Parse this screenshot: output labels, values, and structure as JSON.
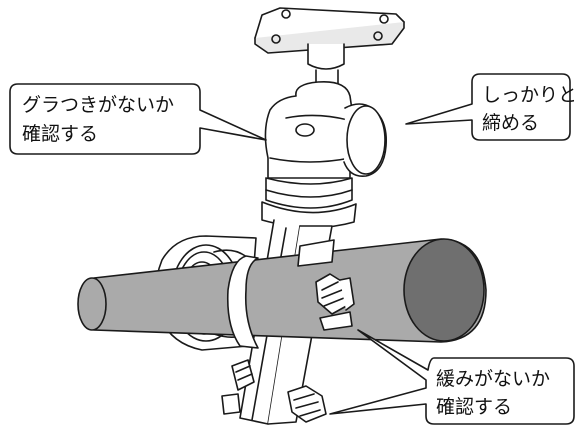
{
  "callouts": {
    "wobble_check": {
      "line1": "グラつきがないか",
      "line2": "確認する"
    },
    "tighten": {
      "line1": "しっかりと",
      "line2": "締める"
    },
    "loose_check": {
      "line1": "緩みがないか",
      "line2": "確認する"
    }
  },
  "colors": {
    "outline": "#1a1a1a",
    "pipe_body": "#aaaaaa",
    "pipe_end": "#6f6f6f",
    "mount_face": "#ffffff",
    "bubble_fill": "#ffffff"
  }
}
